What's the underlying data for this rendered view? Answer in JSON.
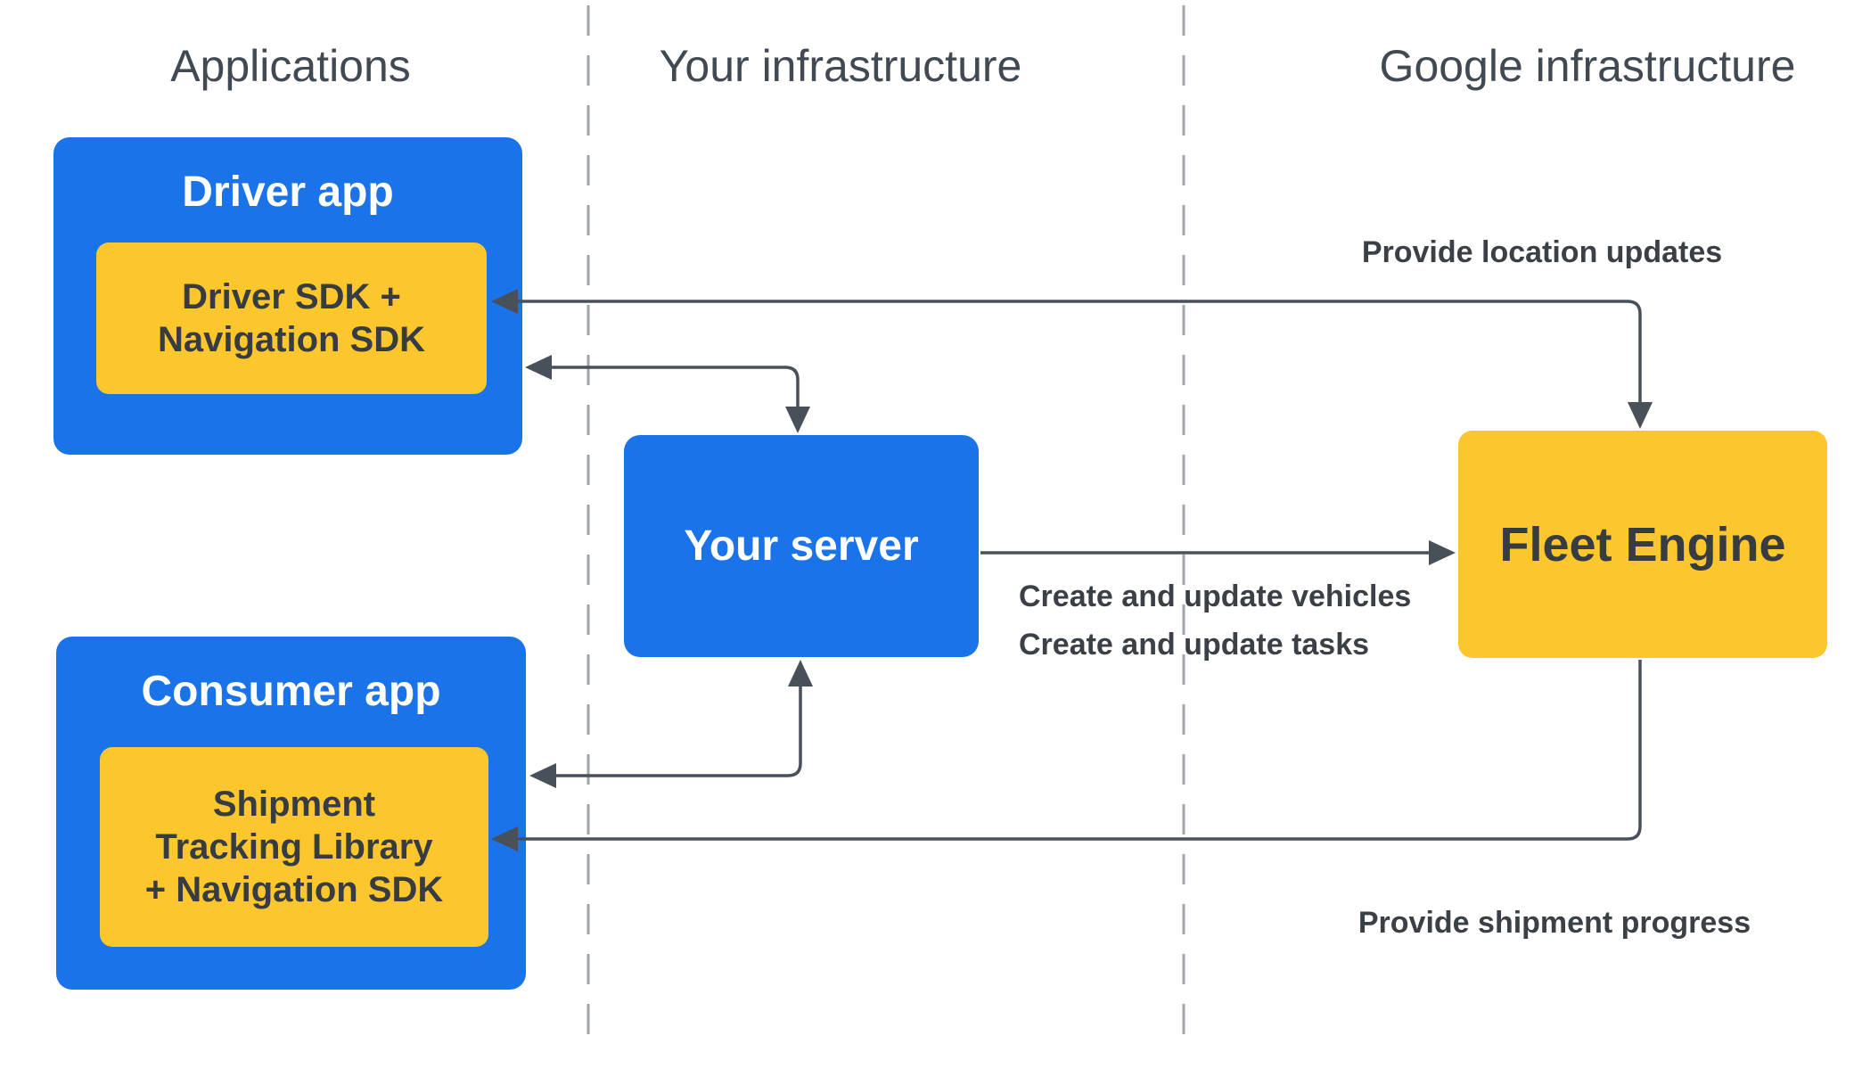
{
  "header": {
    "columns": [
      {
        "label": "Applications"
      },
      {
        "label": "Your infrastructure"
      },
      {
        "label": "Google infrastructure"
      }
    ]
  },
  "nodes": {
    "driver_app": {
      "title": "Driver app"
    },
    "driver_sdk": {
      "lines": [
        "Driver SDK +",
        "Navigation SDK"
      ]
    },
    "your_server": {
      "title": "Your server"
    },
    "fleet_engine": {
      "title": "Fleet Engine"
    },
    "consumer_app": {
      "title": "Consumer app"
    },
    "shipment_lib": {
      "lines": [
        "Shipment",
        "Tracking Library",
        "+ Navigation SDK"
      ]
    }
  },
  "edges": [
    {
      "id": "driver-fleet",
      "from": "Driver SDK + Navigation SDK",
      "to": "Fleet Engine",
      "label": "Provide location updates",
      "arrows": "both"
    },
    {
      "id": "server-driver",
      "from": "Your server",
      "to": "Driver app",
      "label": "",
      "arrows": "both"
    },
    {
      "id": "server-fleet",
      "from": "Your server",
      "to": "Fleet Engine",
      "lines": [
        "Create and update vehicles",
        "Create and update tasks"
      ],
      "arrows": "to"
    },
    {
      "id": "server-consumer",
      "from": "Your server",
      "to": "Consumer app",
      "label": "",
      "arrows": "both"
    },
    {
      "id": "fleet-consumer",
      "from": "Fleet Engine",
      "to": "Shipment Tracking Library + Navigation SDK",
      "label": "Provide shipment progress",
      "arrows": "to"
    }
  ],
  "colors": {
    "box_blue": "#1a73e8",
    "box_yellow": "#fcc62d",
    "arrow": "#485059",
    "text_dark": "#363c42",
    "text_light": "#ffffff",
    "header_text": "#414952",
    "label_text": "#3a4045",
    "dashed_line": "#9fa5ab"
  }
}
